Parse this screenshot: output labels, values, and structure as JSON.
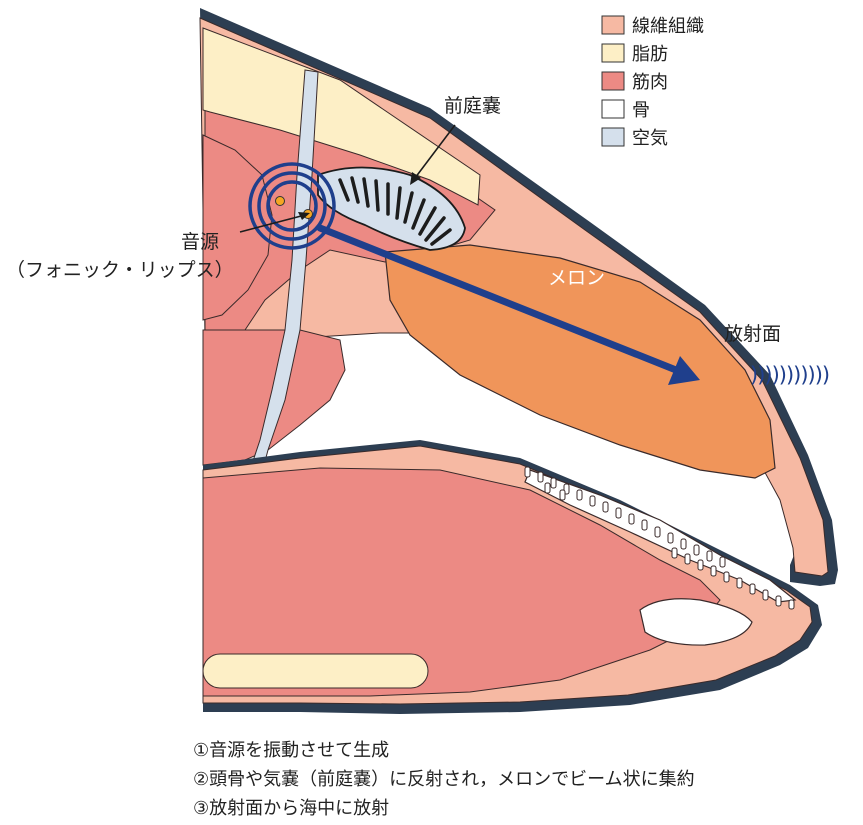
{
  "legend": {
    "items": [
      {
        "label": "線維組織",
        "color": "#f6b9a3"
      },
      {
        "label": "脂肪",
        "color": "#fdefc6"
      },
      {
        "label": "筋肉",
        "color": "#ec8a84"
      },
      {
        "label": "骨",
        "color": "#ffffff"
      },
      {
        "label": "空気",
        "color": "#d5e0ec"
      }
    ]
  },
  "labels": {
    "vestibular_sac": "前庭嚢",
    "sound_source": "音源",
    "phonic_lips": "（フォニック・リップス）",
    "melon": "メロン",
    "radiating_surface": "放射面",
    "sound_waves": ")))))))))))"
  },
  "notes": [
    "①音源を振動させて生成",
    "②頭骨や気嚢（前庭嚢）に反射され，メロンでビーム状に集約",
    "③放射面から海中に放射"
  ],
  "colors": {
    "fibrous": "#f6b9a3",
    "fat": "#fdefc6",
    "muscle": "#ec8a84",
    "bone": "#ffffff",
    "air": "#d5e0ec",
    "melon": "#f0955a",
    "skin": "#2d3e52",
    "beam": "#1f3f8c",
    "source_dot": "#f5a623"
  }
}
